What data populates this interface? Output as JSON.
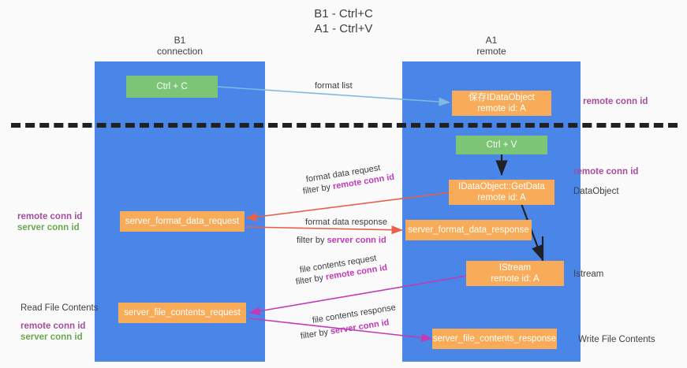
{
  "diagram": {
    "title": "B1 - Ctrl+C\nA1 - Ctrl+V",
    "colors": {
      "lane": "#4a86e8",
      "node_green": "#7cc576",
      "node_orange": "#f8ac59",
      "remote_conn_id": "#a64d9e",
      "server_conn_id": "#6aa84f",
      "arrow_format_list": "#7fb8e0",
      "arrow_format_data": "#e8604c",
      "arrow_file_contents": "#c13bb6",
      "arrow_black": "#202124",
      "divider": "#202124",
      "background": "#fafafa"
    },
    "lanes": [
      {
        "id": "b1",
        "caption": "B1\nconnection"
      },
      {
        "id": "a1",
        "caption": "A1\nremote"
      }
    ],
    "nodes": [
      {
        "id": "ctrl-c",
        "lane": "b1",
        "style": "green",
        "text": "Ctrl + C"
      },
      {
        "id": "save-idataobject",
        "lane": "a1",
        "style": "orange",
        "text": "保存IDataObject\nremote id: A"
      },
      {
        "id": "ctrl-v",
        "lane": "a1",
        "style": "green",
        "text": "Ctrl + V"
      },
      {
        "id": "idataobject-getdata",
        "lane": "a1",
        "style": "orange",
        "text": "IDataObject::GetData\nremote id: A"
      },
      {
        "id": "server-format-data-request",
        "lane": "b1",
        "style": "orange",
        "text": "server_format_data_request"
      },
      {
        "id": "server-format-data-response",
        "lane": "a1",
        "style": "orange",
        "text": "server_format_data_response"
      },
      {
        "id": "istream",
        "lane": "a1",
        "style": "orange",
        "text": "IStream\nremote id: A"
      },
      {
        "id": "server-file-contents-request",
        "lane": "b1",
        "style": "orange",
        "text": "server_file_contents_request"
      },
      {
        "id": "server-file-contents-response",
        "lane": "a1",
        "style": "orange",
        "text": "server_file_contents_response"
      }
    ],
    "edge_labels": {
      "format_list": "format list",
      "format_data_request": "format data request",
      "format_data_request_filter_prefix": "filter by ",
      "format_data_request_filter_key": "remote conn id",
      "format_data_response": "format data response",
      "format_data_response_filter_prefix": "filter by ",
      "format_data_response_filter_key": "server conn id",
      "file_contents_request": "file contents request",
      "file_contents_request_filter_prefix": "filter by ",
      "file_contents_request_filter_key": "remote conn id",
      "file_contents_response": "file contents response",
      "file_contents_response_filter_prefix": "filter by ",
      "file_contents_response_filter_key": "server conn id"
    },
    "annotations_right": [
      {
        "id": "right-remote-conn-id-1",
        "text": "remote conn id",
        "kind": "remote"
      },
      {
        "id": "right-remote-conn-id-2",
        "text": "remote conn id",
        "kind": "remote"
      },
      {
        "id": "right-dataobject",
        "text": "DataObject",
        "kind": "plain"
      },
      {
        "id": "right-istream",
        "text": "Istream",
        "kind": "plain"
      },
      {
        "id": "right-write-file",
        "text": "Write File Contents",
        "kind": "plain"
      }
    ],
    "annotations_left": [
      {
        "id": "left-remote-conn-id-1",
        "text": "remote conn id",
        "kind": "remote"
      },
      {
        "id": "left-server-conn-id-1",
        "text": "server conn id",
        "kind": "server"
      },
      {
        "id": "left-read-file",
        "text": "Read File Contents",
        "kind": "plain"
      },
      {
        "id": "left-remote-conn-id-2",
        "text": "remote conn id",
        "kind": "remote"
      },
      {
        "id": "left-server-conn-id-2",
        "text": "server conn id",
        "kind": "server"
      }
    ]
  }
}
